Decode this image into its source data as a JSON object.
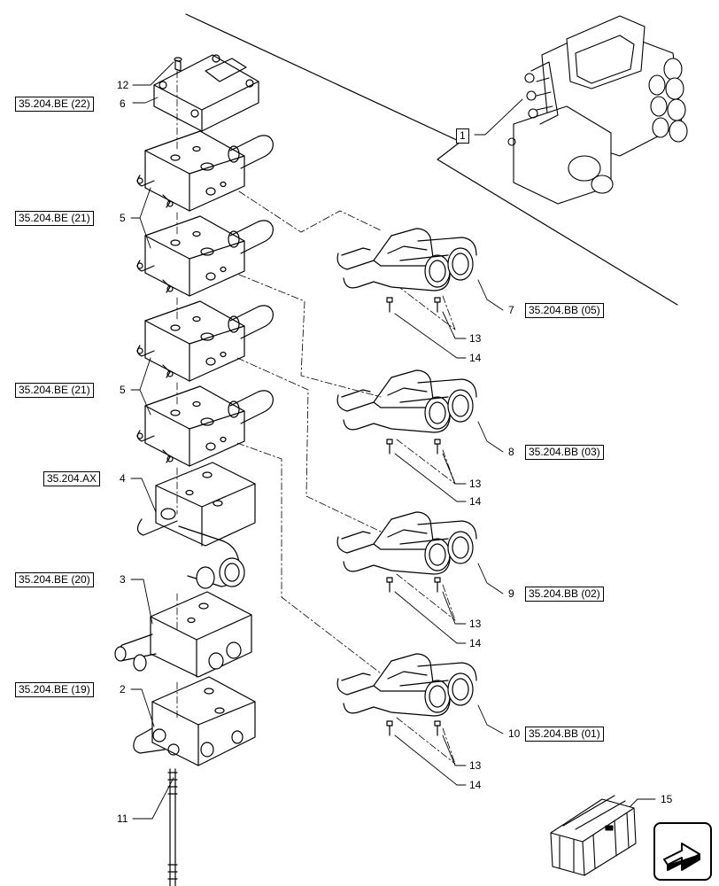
{
  "refs": {
    "be22": "35.204.BE (22)",
    "be21a": "35.204.BE (21)",
    "be21b": "35.204.BE (21)",
    "ax": "35.204.AX",
    "be20": "35.204.BE (20)",
    "be19": "35.204.BE (19)",
    "bb05": "35.204.BB (05)",
    "bb03": "35.204.BB (03)",
    "bb02": "35.204.BB (02)",
    "bb01": "35.204.BB (01)",
    "assembly": "1"
  },
  "items": {
    "n12": "12",
    "n6": "6",
    "n5a": "5",
    "n5b": "5",
    "n4": "4",
    "n3": "3",
    "n2": "2",
    "n11": "11",
    "n7": "7",
    "n8": "8",
    "n9": "9",
    "n10": "10",
    "n13a": "13",
    "n14a": "14",
    "n13b": "13",
    "n14b": "14",
    "n13c": "13",
    "n14c": "14",
    "n13d": "13",
    "n14d": "14",
    "n15": "15"
  },
  "icons": {
    "nav": "next-page-arrow-icon",
    "crate": "shipping-crate-icon"
  }
}
